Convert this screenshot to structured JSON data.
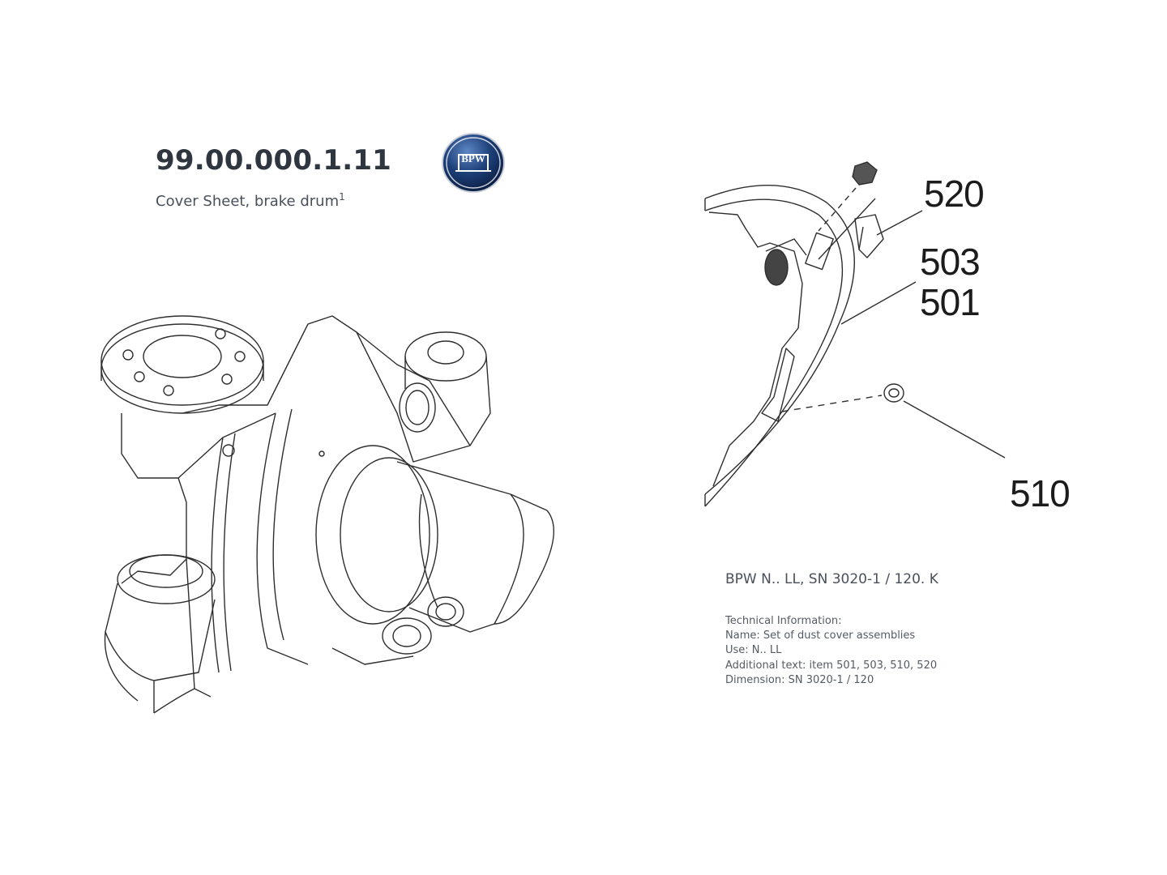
{
  "header": {
    "part_number": "99.00.000.1.11",
    "subtitle": "Cover Sheet, brake drum",
    "subtitle_footnote": "1",
    "logo_text": "BPW"
  },
  "callouts": {
    "item_520": "520",
    "item_503": "503",
    "item_501": "501",
    "item_510": "510"
  },
  "model": {
    "title": "BPW N.. LL, SN 3020-1 / 120. K"
  },
  "technical_info": {
    "heading": "Technical Information:",
    "name": "Name: Set of dust cover assemblies",
    "use": "Use: N.. LL",
    "additional": "Additional text: item 501, 503, 510, 520",
    "dimension": "Dimension: SN 3020-1 / 120"
  },
  "colors": {
    "logo_blue": "#1d3f78",
    "text_dark": "#2f3640",
    "line": "#333333"
  }
}
